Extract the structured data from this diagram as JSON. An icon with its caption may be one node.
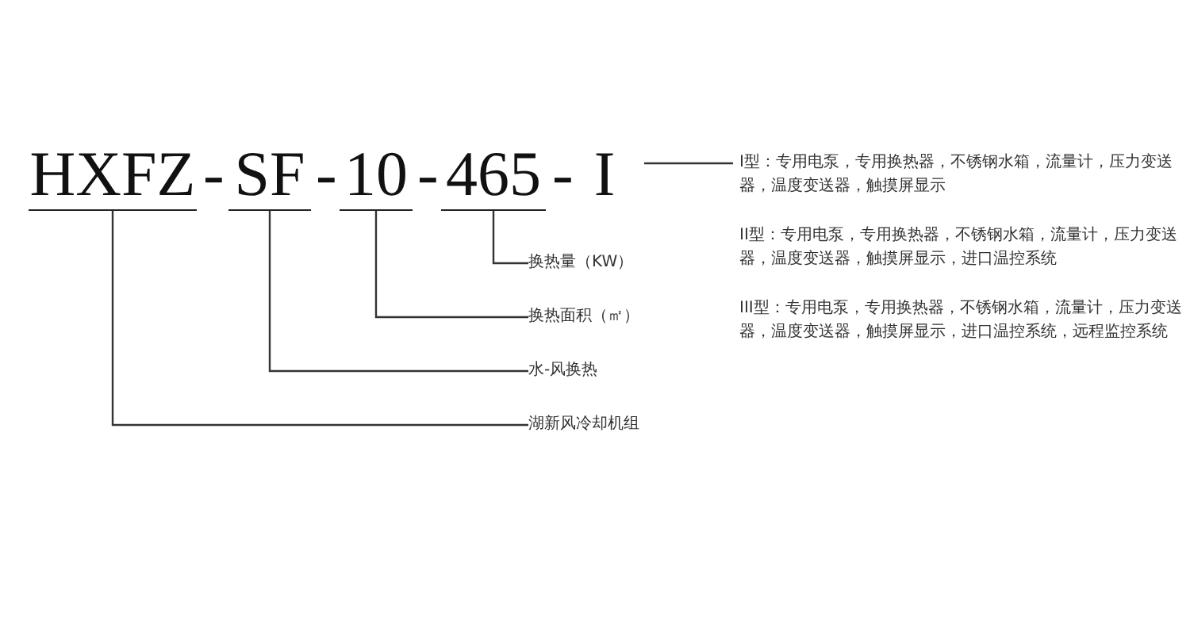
{
  "diagram": {
    "nodes": [
      {
        "text": [
          "HXFZ"
        ]
      },
      {
        "text": [
          "SF"
        ]
      },
      {
        "text": [
          "10"
        ]
      },
      {
        "text": [
          "465"
        ]
      },
      {
        "text": [
          "I"
        ]
      },
      {
        "text": [
          "I型：专用电泵，专用换热器，不锈钢水箱，流量计，压力变送器，温度变送器，触摸屏显示",
          "II型：专用电泵，专用换热器，不锈钢水箱，流量计，压力变送器，温度变送器，触摸屏显示，进口温控系统",
          "III型：专用电泵，专用换热器，不锈钢水箱，流量计，压力变送器，温度变送器，触摸屏显示，进口温控系统，远程监控系统"
        ]
      },
      {
        "text": [
          "换热量（KW）"
        ]
      },
      {
        "text": [
          "换热面积（㎡）"
        ]
      },
      {
        "text": [
          "水-风换热"
        ]
      },
      {
        "text": [
          "湖新风冷却机组"
        ]
      }
    ],
    "edges": [
      {
        "from": 4,
        "to": 5,
        "arrow": "none"
      },
      {
        "from": 3,
        "to": 6,
        "arrow": "none"
      },
      {
        "from": 2,
        "to": 7,
        "arrow": "none"
      },
      {
        "from": 1,
        "to": 8,
        "arrow": "none"
      },
      {
        "from": 0,
        "to": 9,
        "arrow": "none"
      }
    ],
    "labels": [
      "-",
      "-",
      "-",
      "-"
    ]
  }
}
